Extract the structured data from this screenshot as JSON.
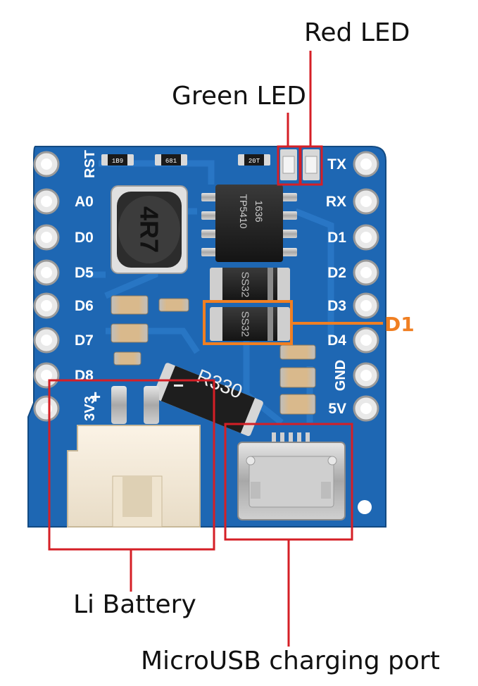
{
  "callouts": {
    "red_led": "Red LED",
    "green_led": "Green LED",
    "d1": "D1",
    "li_battery": "Li Battery",
    "microusb": "MicroUSB charging port"
  },
  "board": {
    "pins_left": [
      "RST",
      "A0",
      "D0",
      "D5",
      "D6",
      "D7",
      "D8",
      "3V3"
    ],
    "pins_right": [
      "TX",
      "RX",
      "D1",
      "D2",
      "D3",
      "D4",
      "GND",
      "5V"
    ],
    "inductor_label": "4R7",
    "chip_label_1": "TP5410",
    "chip_label_2": "1636",
    "diode_label_top": "SS32",
    "diode_label_d1": "SS32",
    "resistor_label": "R330",
    "resistor_small_1": "1B9",
    "resistor_small_2": "681",
    "resistor_small_3": "20T",
    "plus_sign": "+",
    "minus_sign": "−"
  },
  "colors": {
    "pcb": "#1e67b3",
    "pcb_dark": "#17538f",
    "red_box": "#d51f26",
    "orange_box": "#f07f22",
    "silkscreen": "#ffffff"
  }
}
